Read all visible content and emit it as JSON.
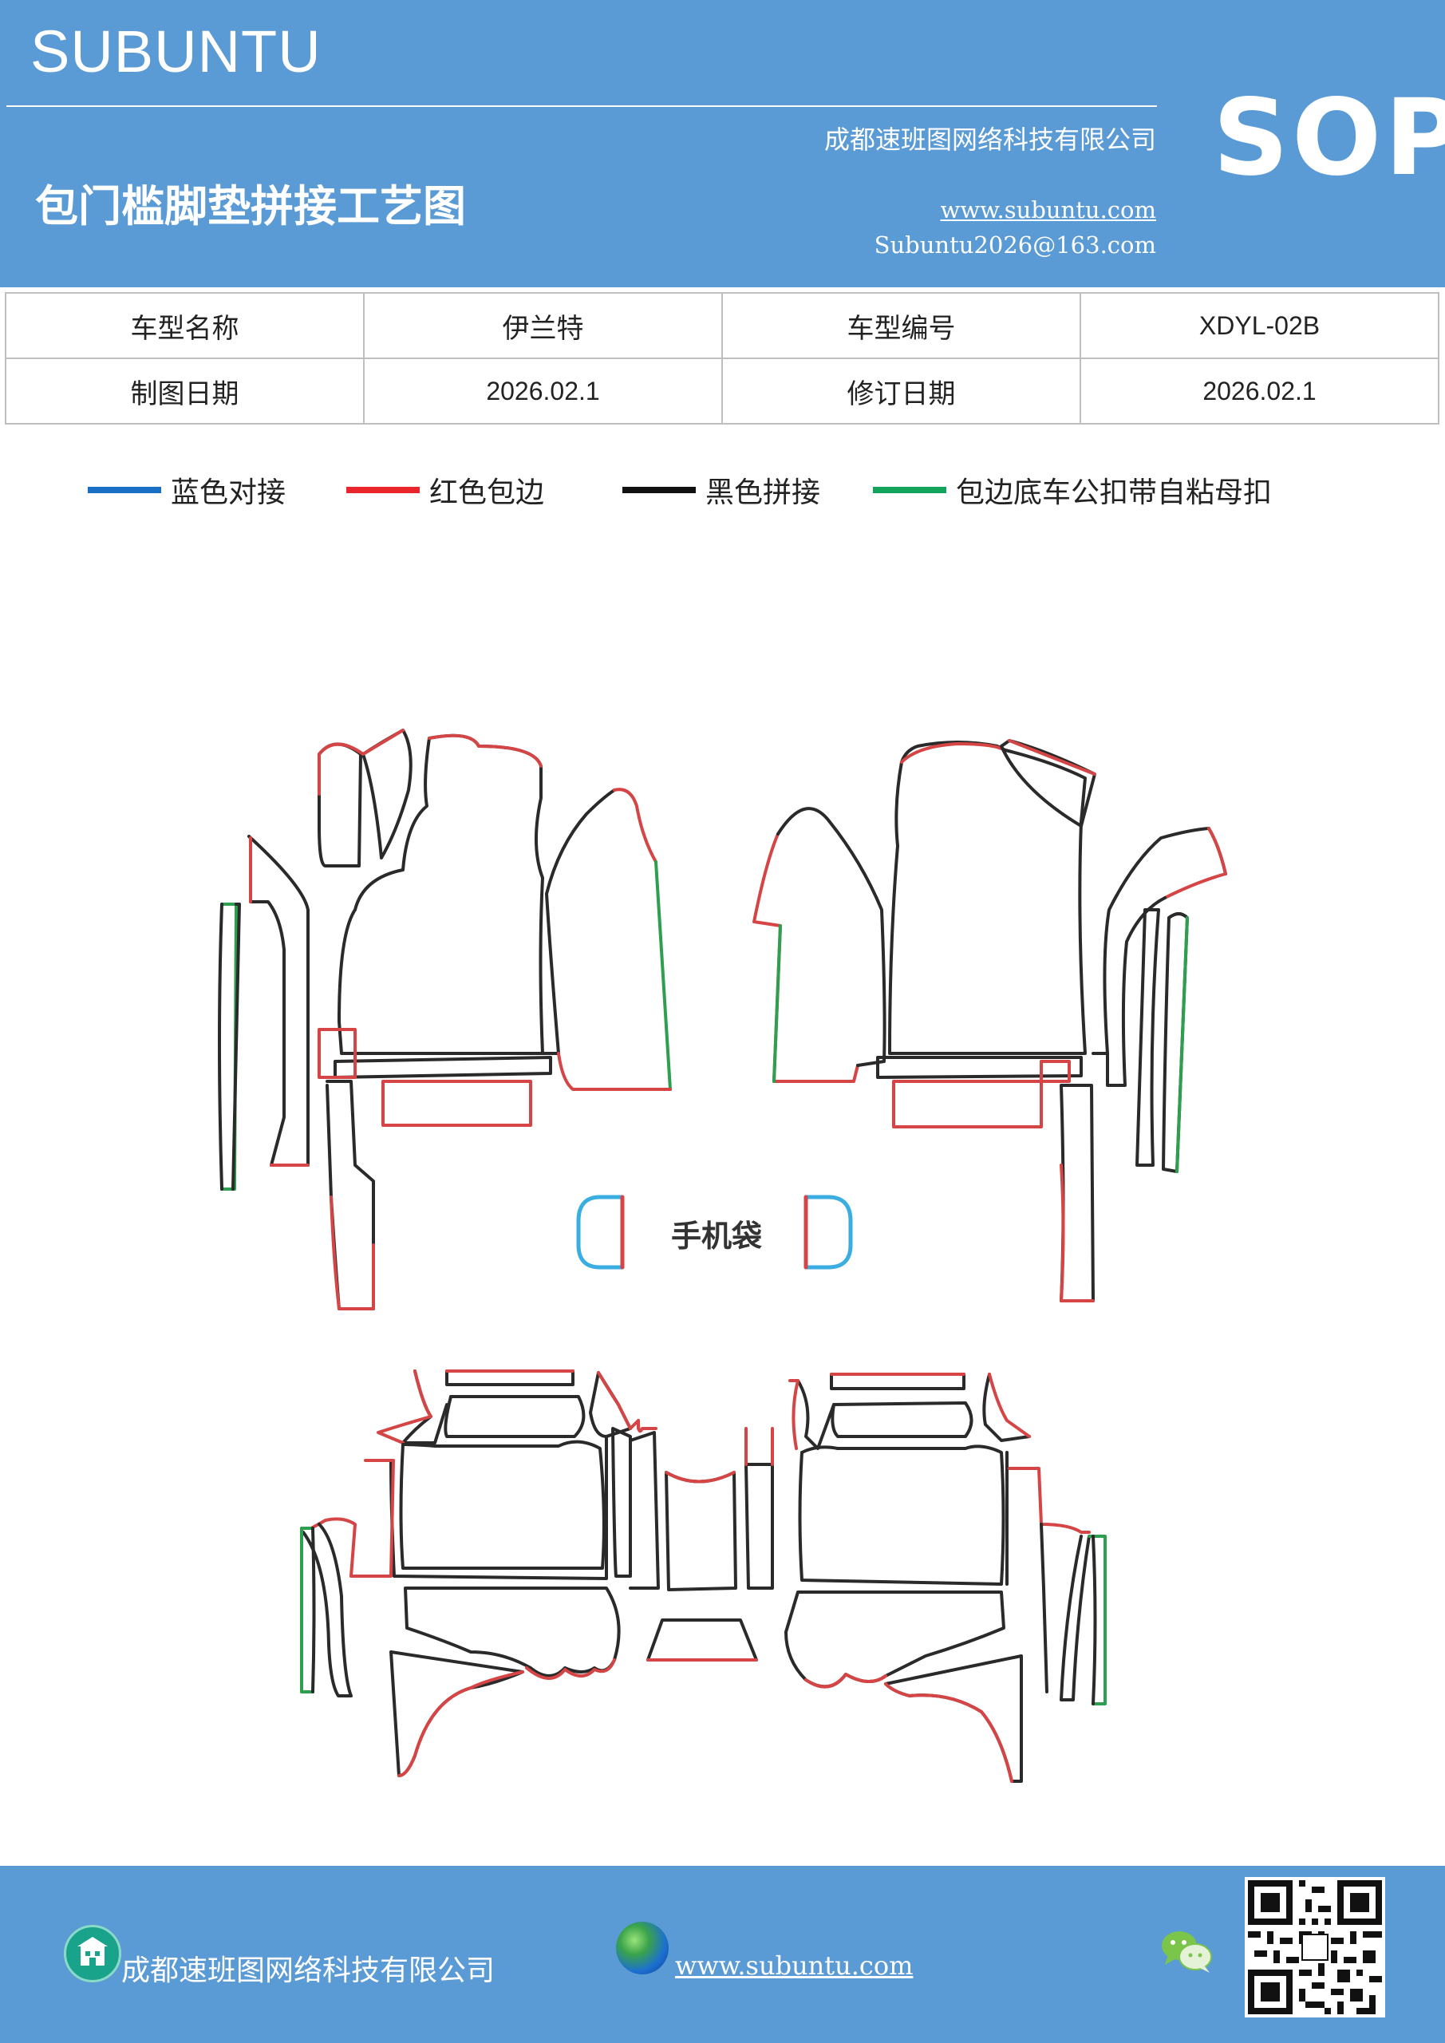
{
  "header": {
    "brand": "SUBUNTU",
    "company": "成都速班图网络科技有限公司",
    "title": "包门槛脚垫拼接工艺图",
    "website": "www.subuntu.com",
    "email": "Subuntu2026@163.com",
    "badge": "SOP"
  },
  "info_table": {
    "rows": [
      {
        "label1": "车型名称",
        "value1": "伊兰特",
        "label2": "车型编号",
        "value2": "XDYL-02B"
      },
      {
        "label1": "制图日期",
        "value1": "2026.02.1",
        "label2": "修订日期",
        "value2": "2026.02.1"
      }
    ]
  },
  "legend": [
    {
      "label": "蓝色对接",
      "color": "#1a6fc4"
    },
    {
      "label": "红色包边",
      "color": "#e8262b"
    },
    {
      "label": "黑色拼接",
      "color": "#111111"
    },
    {
      "label": "包边底车公扣带自粘母扣",
      "color": "#13a35a"
    }
  ],
  "diagram": {
    "phone_pocket_label": "手机袋",
    "colors": {
      "black": "#2a2a2a",
      "red": "#d64545",
      "green": "#2e9e4f",
      "cyan": "#3aaee0"
    }
  },
  "footer": {
    "company": "成都速班图网络科技有限公司",
    "website": "www.subuntu.com"
  }
}
